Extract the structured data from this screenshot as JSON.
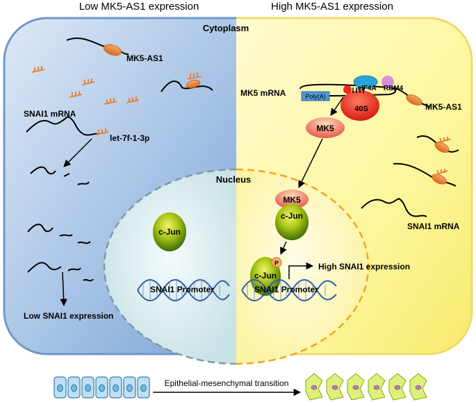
{
  "headers": {
    "left": "Low MK5-AS1 expression",
    "right": "High MK5-AS1 expression"
  },
  "compartments": {
    "cytoplasm": "Cytoplasm",
    "nucleus": "Nucleus"
  },
  "left_panel": {
    "lncrna": "MK5-AS1",
    "snai1_mrna": "SNAI1 mRNA",
    "mirna": "let-7f-1-3p",
    "cjun": "c-Jun",
    "promoter": "SNAI1 Promoter",
    "outcome": "Low SNAI1 expression"
  },
  "right_panel": {
    "mk5_mrna": "MK5 mRNA",
    "polya": "Poly(A)",
    "eif4a": "eIF4A",
    "rbm4": "RBM4",
    "ribosome": "40S",
    "lncrna": "MK5-AS1",
    "mk5": "MK5",
    "mk5_nuclear": "MK5",
    "cjun": "c-Jun",
    "cjun_p": "c-Jun",
    "phospho": "P",
    "promoter": "SNAI1 Promoter",
    "outcome": "High SNAI1 expression",
    "snai1_mrna": "SNAI1 mRNA"
  },
  "bottom": {
    "emt": "Epithelial-mesenchymal transition"
  },
  "colors": {
    "left_fill": "#8fb3dd",
    "right_fill": "#fbf48a",
    "accent_orange": "#e8823c",
    "cjun_green": "#9abd10",
    "ribosome_red": "#ee2a1f",
    "dna_blue": "#2f5fa8"
  }
}
